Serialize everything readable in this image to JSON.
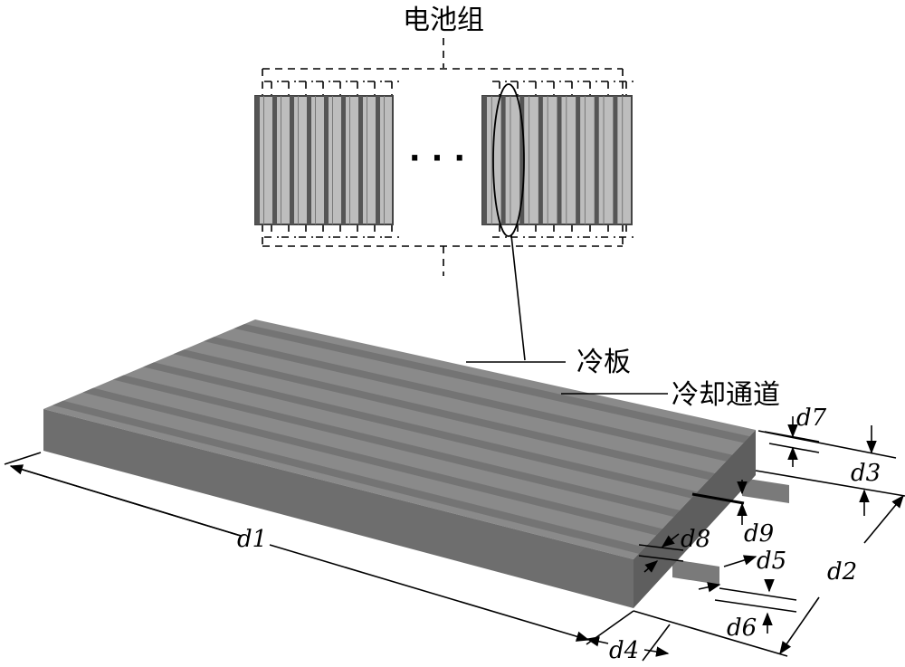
{
  "labels": {
    "battery_pack": "电池组",
    "cold_plate": "冷板",
    "cooling_channel": "冷却通道",
    "ellipsis": "· · ·"
  },
  "dimensions": {
    "d1": "d1",
    "d2": "d2",
    "d3": "d3",
    "d4": "d4",
    "d5": "d5",
    "d6": "d6",
    "d7": "d7",
    "d8": "d8",
    "d9": "d9"
  },
  "colors": {
    "plate_top": "#8a8a8a",
    "plate_stripe": "#747474",
    "plate_front": "#6e6e6e",
    "plate_side": "#5e5e5e",
    "cell_fill": "#bdbdbd",
    "cell_stroke": "#444444"
  }
}
